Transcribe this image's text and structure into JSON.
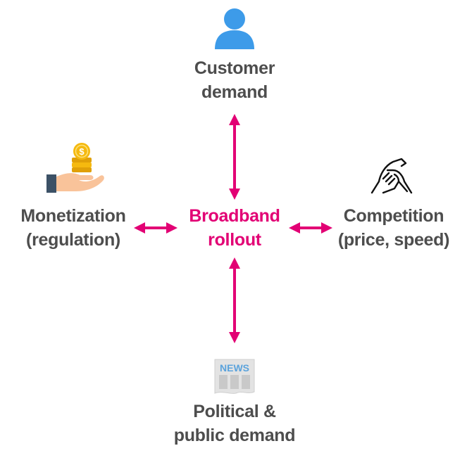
{
  "center": {
    "line1": "Broadband",
    "line2": "rollout"
  },
  "nodes": {
    "top": {
      "line1": "Customer",
      "line2": "demand",
      "icon": "person-icon"
    },
    "left": {
      "line1": "Monetization",
      "line2": "(regulation)",
      "icon": "coins-in-hand-icon"
    },
    "right": {
      "line1": "Competition",
      "line2": "(price, speed)",
      "icon": "arm-wrestling-icon"
    },
    "bottom": {
      "line1": "Political &",
      "line2": "public demand",
      "icon": "news-icon",
      "icon_text": "NEWS"
    }
  },
  "colors": {
    "accent": "#e20074",
    "text": "#4d4d4d",
    "person": "#3d9be9",
    "coin": "#f5b90f",
    "hand": "#f9c39a",
    "cuff": "#3c5166",
    "news_paper": "#e3e3e3",
    "news_text": "#5ba3dc"
  }
}
